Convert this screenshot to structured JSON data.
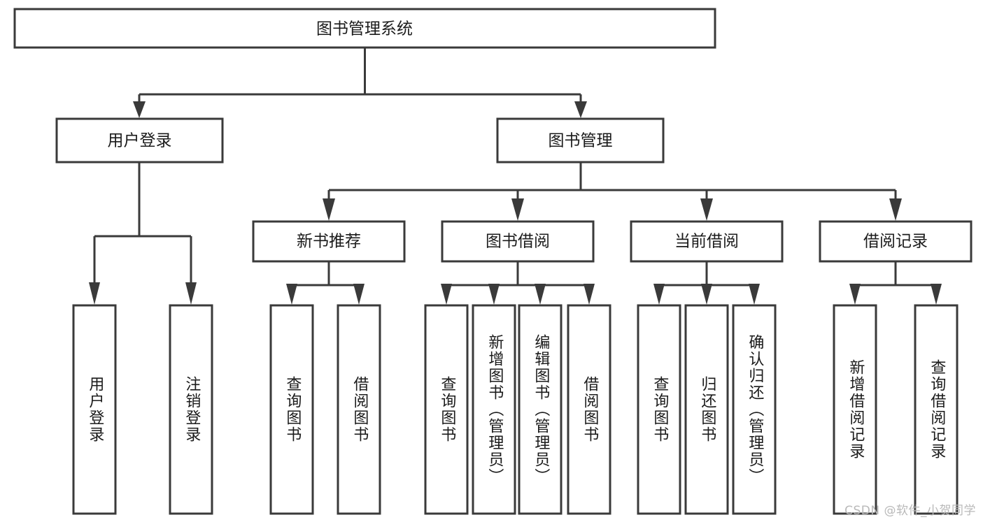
{
  "diagram": {
    "title": "图书管理系统",
    "type": "tree",
    "watermark": "CSDN @软件_小贺同学",
    "colors": {
      "stroke": "#3a3a3a",
      "box_fill": "#ffffff",
      "text": "#1b1b1b",
      "watermark": "#b9b9b9",
      "background": "#ffffff"
    },
    "root": {
      "label": "图书管理系统"
    },
    "level2": [
      {
        "label": "用户登录"
      },
      {
        "label": "图书管理"
      }
    ],
    "level3": [
      {
        "label": "新书推荐"
      },
      {
        "label": "图书借阅"
      },
      {
        "label": "当前借阅"
      },
      {
        "label": "借阅记录"
      }
    ],
    "leaves": {
      "user_login": [
        {
          "label": "用户登录"
        },
        {
          "label": "注销登录"
        }
      ],
      "new_book_recommend": [
        {
          "label": "查询图书"
        },
        {
          "label": "借阅图书"
        }
      ],
      "book_borrow": [
        {
          "label": "查询图书"
        },
        {
          "label": "新增图书（管理员）"
        },
        {
          "label": "编辑图书（管理员）"
        },
        {
          "label": "借阅图书"
        }
      ],
      "current_borrow": [
        {
          "label": "查询图书"
        },
        {
          "label": "归还图书"
        },
        {
          "label": "确认归还（管理员）"
        }
      ],
      "borrow_record": [
        {
          "label": "新增借阅记录"
        },
        {
          "label": "查询借阅记录"
        }
      ]
    }
  }
}
